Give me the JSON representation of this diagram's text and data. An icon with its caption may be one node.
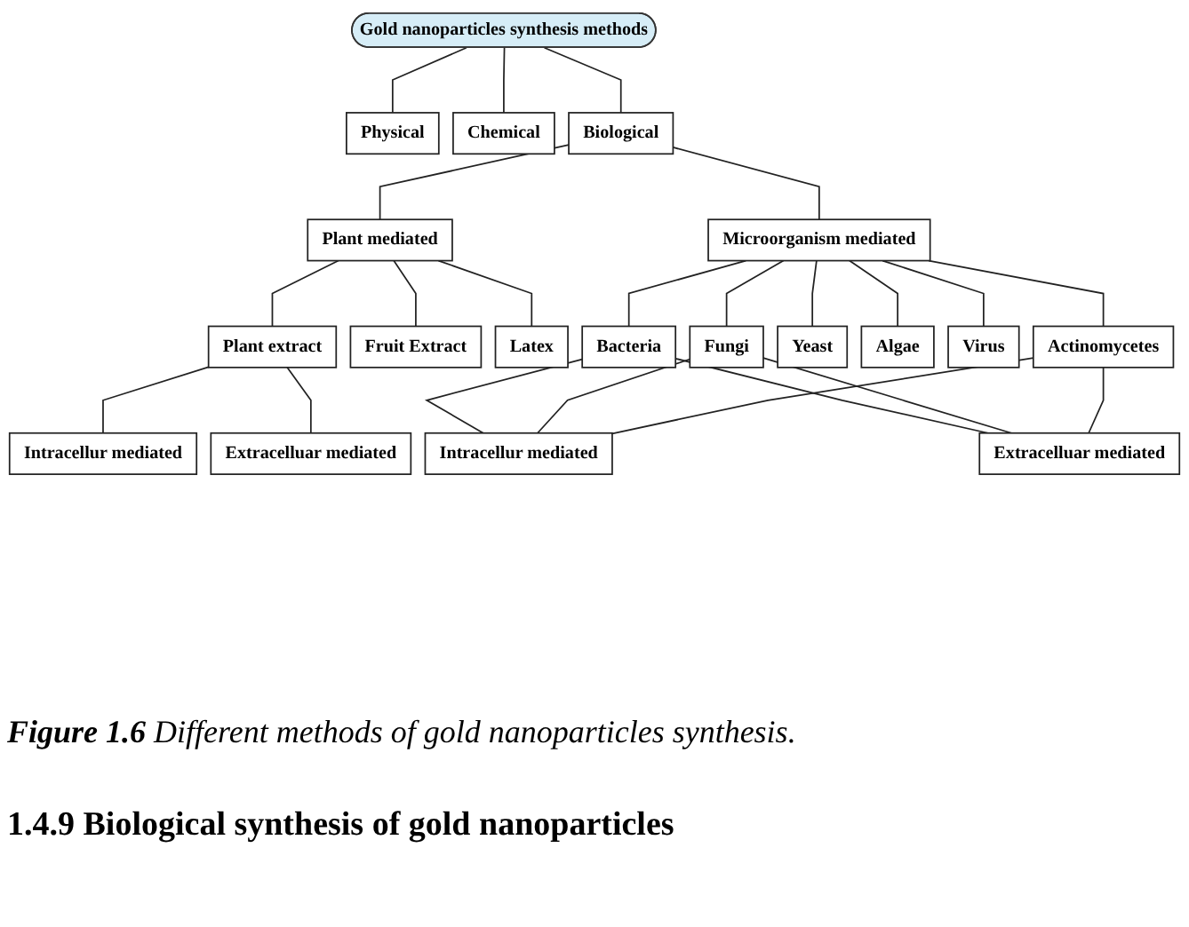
{
  "diagram": {
    "caption": "**Figure 1.6** Different methods of gold nanoparticles synthesis.",
    "nodes": [
      {
        "text": [
          "Gold nanoparticles synthesis methods"
        ]
      },
      {
        "text": [
          "Physical"
        ]
      },
      {
        "text": [
          "Chemical"
        ]
      },
      {
        "text": [
          "Biological"
        ]
      },
      {
        "text": [
          "Plant mediated"
        ]
      },
      {
        "text": [
          "Microorganism mediated"
        ]
      },
      {
        "text": [
          "Plant extract"
        ]
      },
      {
        "text": [
          "Fruit Extract"
        ]
      },
      {
        "text": [
          "Latex"
        ]
      },
      {
        "text": [
          "Bacteria"
        ]
      },
      {
        "text": [
          "Fungi"
        ]
      },
      {
        "text": [
          "Yeast"
        ]
      },
      {
        "text": [
          "Algae"
        ]
      },
      {
        "text": [
          "Virus"
        ]
      },
      {
        "text": [
          "Actinomycetes"
        ]
      },
      {
        "text": [
          "Intracellur mediated"
        ]
      },
      {
        "text": [
          "Extracelluar mediated"
        ]
      },
      {
        "text": [
          "Intracellur mediated"
        ]
      },
      {
        "text": [
          "Extracelluar mediated"
        ]
      }
    ],
    "edges": [
      {
        "from": 0,
        "to": 1,
        "arrow": "none"
      },
      {
        "from": 0,
        "to": 2,
        "arrow": "none"
      },
      {
        "from": 0,
        "to": 3,
        "arrow": "none"
      },
      {
        "from": 3,
        "to": 4,
        "arrow": "none"
      },
      {
        "from": 3,
        "to": 5,
        "arrow": "none"
      },
      {
        "from": 4,
        "to": 6,
        "arrow": "none"
      },
      {
        "from": 4,
        "to": 7,
        "arrow": "none"
      },
      {
        "from": 4,
        "to": 8,
        "arrow": "none"
      },
      {
        "from": 5,
        "to": 9,
        "arrow": "none"
      },
      {
        "from": 5,
        "to": 10,
        "arrow": "none"
      },
      {
        "from": 5,
        "to": 11,
        "arrow": "none"
      },
      {
        "from": 5,
        "to": 12,
        "arrow": "none"
      },
      {
        "from": 5,
        "to": 13,
        "arrow": "none"
      },
      {
        "from": 5,
        "to": 14,
        "arrow": "none"
      },
      {
        "from": 6,
        "to": 15,
        "arrow": "none"
      },
      {
        "from": 6,
        "to": 16,
        "arrow": "none"
      },
      {
        "from": 9,
        "to": 17,
        "arrow": "none"
      },
      {
        "from": 9,
        "to": 18,
        "arrow": "none"
      },
      {
        "from": 10,
        "to": 17,
        "arrow": "none"
      },
      {
        "from": 10,
        "to": 18,
        "arrow": "none"
      },
      {
        "from": 14,
        "to": 17,
        "arrow": "none"
      },
      {
        "from": 14,
        "to": 18,
        "arrow": "none"
      }
    ],
    "labels": [
      "1.4.9 Biological synthesis of gold nanoparticles"
    ]
  }
}
